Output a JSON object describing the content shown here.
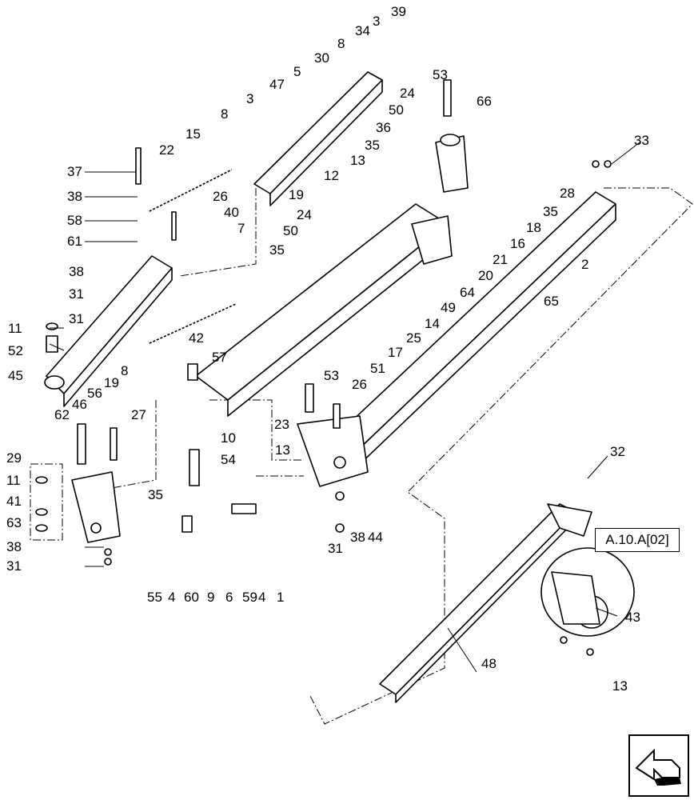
{
  "reference_tag": "A.10.A[02]",
  "nav_button": {
    "icon": "arrow-icon"
  },
  "callouts": [
    {
      "id": "c39",
      "text": "39"
    },
    {
      "id": "c34",
      "text": "34"
    },
    {
      "id": "c3a",
      "text": "3"
    },
    {
      "id": "c8a",
      "text": "8"
    },
    {
      "id": "c30",
      "text": "30"
    },
    {
      "id": "c47",
      "text": "47"
    },
    {
      "id": "c5",
      "text": "5"
    },
    {
      "id": "c53a",
      "text": "53"
    },
    {
      "id": "c24a",
      "text": "24"
    },
    {
      "id": "c66",
      "text": "66"
    },
    {
      "id": "c50a",
      "text": "50"
    },
    {
      "id": "c36",
      "text": "36"
    },
    {
      "id": "c35a",
      "text": "35"
    },
    {
      "id": "c13a",
      "text": "13"
    },
    {
      "id": "c33",
      "text": "33"
    },
    {
      "id": "c3b",
      "text": "3"
    },
    {
      "id": "c8b",
      "text": "8"
    },
    {
      "id": "c15",
      "text": "15"
    },
    {
      "id": "c22",
      "text": "22"
    },
    {
      "id": "c37",
      "text": "37"
    },
    {
      "id": "c38a",
      "text": "38"
    },
    {
      "id": "c26a",
      "text": "26"
    },
    {
      "id": "c19a",
      "text": "19"
    },
    {
      "id": "c12",
      "text": "12"
    },
    {
      "id": "c28",
      "text": "28"
    },
    {
      "id": "c35b",
      "text": "35"
    },
    {
      "id": "c18",
      "text": "18"
    },
    {
      "id": "c58",
      "text": "58"
    },
    {
      "id": "c40",
      "text": "40"
    },
    {
      "id": "c24b",
      "text": "24"
    },
    {
      "id": "c7",
      "text": "7"
    },
    {
      "id": "c61",
      "text": "61"
    },
    {
      "id": "c50b",
      "text": "50"
    },
    {
      "id": "c16",
      "text": "16"
    },
    {
      "id": "c21",
      "text": "21"
    },
    {
      "id": "c2",
      "text": "2"
    },
    {
      "id": "c35c",
      "text": "35"
    },
    {
      "id": "c20",
      "text": "20"
    },
    {
      "id": "c38b",
      "text": "38"
    },
    {
      "id": "c64",
      "text": "64"
    },
    {
      "id": "c65",
      "text": "65"
    },
    {
      "id": "c31a",
      "text": "31"
    },
    {
      "id": "c49",
      "text": "49"
    },
    {
      "id": "c11a",
      "text": "11"
    },
    {
      "id": "c31b",
      "text": "31"
    },
    {
      "id": "c14",
      "text": "14"
    },
    {
      "id": "c25",
      "text": "25"
    },
    {
      "id": "c42",
      "text": "42"
    },
    {
      "id": "c52",
      "text": "52"
    },
    {
      "id": "c17",
      "text": "17"
    },
    {
      "id": "c57",
      "text": "57"
    },
    {
      "id": "c51",
      "text": "51"
    },
    {
      "id": "c8c",
      "text": "8"
    },
    {
      "id": "c45",
      "text": "45"
    },
    {
      "id": "c53b",
      "text": "53"
    },
    {
      "id": "c19b",
      "text": "19"
    },
    {
      "id": "c26b",
      "text": "26"
    },
    {
      "id": "c56",
      "text": "56"
    },
    {
      "id": "c46",
      "text": "46"
    },
    {
      "id": "c27",
      "text": "27"
    },
    {
      "id": "c62",
      "text": "62"
    },
    {
      "id": "c23",
      "text": "23"
    },
    {
      "id": "c10",
      "text": "10"
    },
    {
      "id": "c13b",
      "text": "13"
    },
    {
      "id": "c29",
      "text": "29"
    },
    {
      "id": "c54",
      "text": "54"
    },
    {
      "id": "c32",
      "text": "32"
    },
    {
      "id": "c11b",
      "text": "11"
    },
    {
      "id": "c35d",
      "text": "35"
    },
    {
      "id": "c41",
      "text": "41"
    },
    {
      "id": "c63",
      "text": "63"
    },
    {
      "id": "c38c",
      "text": "38"
    },
    {
      "id": "c44",
      "text": "44"
    },
    {
      "id": "c31c",
      "text": "31"
    },
    {
      "id": "c38d",
      "text": "38"
    },
    {
      "id": "c31d",
      "text": "31"
    },
    {
      "id": "c55",
      "text": "55"
    },
    {
      "id": "c4a",
      "text": "4"
    },
    {
      "id": "c60",
      "text": "60"
    },
    {
      "id": "c9",
      "text": "9"
    },
    {
      "id": "c6",
      "text": "6"
    },
    {
      "id": "c59",
      "text": "59"
    },
    {
      "id": "c4b",
      "text": "4"
    },
    {
      "id": "c1",
      "text": "1"
    },
    {
      "id": "c43",
      "text": "43"
    },
    {
      "id": "c48",
      "text": "48"
    },
    {
      "id": "c13c",
      "text": "13"
    }
  ]
}
